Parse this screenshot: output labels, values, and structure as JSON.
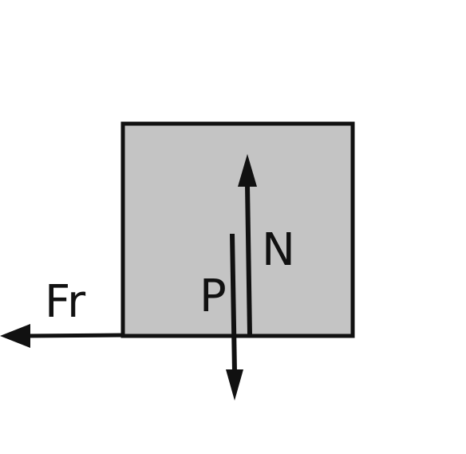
{
  "diagram": {
    "block_fill": "#c4c4c4",
    "stroke_color": "#111111",
    "forces": [
      {
        "id": "normal",
        "label": "N",
        "direction": "up"
      },
      {
        "id": "weight",
        "label": "P",
        "direction": "down"
      },
      {
        "id": "friction",
        "label": "Fr",
        "direction": "left"
      }
    ]
  }
}
